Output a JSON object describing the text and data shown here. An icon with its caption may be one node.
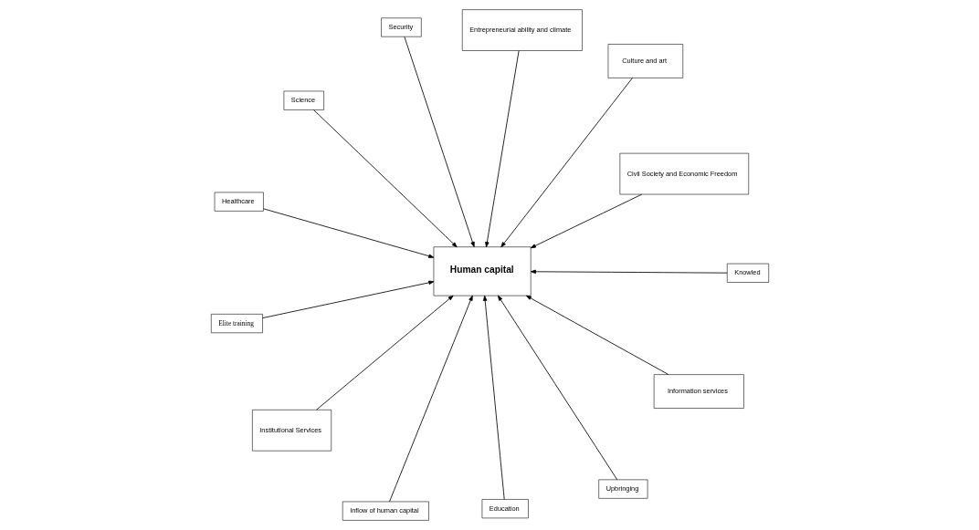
{
  "diagram": {
    "nodes": [
      {
        "text": [
          "Elite training"
        ]
      },
      {
        "text": [
          "Civil Society and Economic Freedom"
        ]
      },
      {
        "text": [
          "Inflow of human capital"
        ]
      },
      {
        "text": [
          "Security"
        ]
      },
      {
        "text": [
          "Entrepreneurial ability and climate"
        ]
      },
      {
        "text": [
          "Science"
        ]
      },
      {
        "text": [
          "Human capital"
        ]
      },
      {
        "text": [
          "Information services"
        ]
      },
      {
        "text": [
          "Institutional Services"
        ]
      },
      {
        "text": [
          "Upbringing"
        ]
      },
      {
        "text": [
          "Education"
        ]
      },
      {
        "text": [
          "Healthcare"
        ]
      },
      {
        "text": [
          "Knowled"
        ]
      },
      {
        "text": [
          "Culture and art"
        ]
      }
    ],
    "edges": [
      {
        "from": 0,
        "to": 6,
        "arrow": "to"
      },
      {
        "from": 1,
        "to": 6,
        "arrow": "to"
      },
      {
        "from": 2,
        "to": 6,
        "arrow": "to"
      },
      {
        "from": 3,
        "to": 6,
        "arrow": "to"
      },
      {
        "from": 4,
        "to": 6,
        "arrow": "to"
      },
      {
        "from": 5,
        "to": 6,
        "arrow": "to"
      },
      {
        "from": 7,
        "to": 6,
        "arrow": "to"
      },
      {
        "from": 8,
        "to": 6,
        "arrow": "to"
      },
      {
        "from": 9,
        "to": 6,
        "arrow": "to"
      },
      {
        "from": 10,
        "to": 6,
        "arrow": "to"
      },
      {
        "from": 11,
        "to": 6,
        "arrow": "to"
      },
      {
        "from": 12,
        "to": 6,
        "arrow": "to"
      },
      {
        "from": 13,
        "to": 6,
        "arrow": "to"
      }
    ]
  }
}
